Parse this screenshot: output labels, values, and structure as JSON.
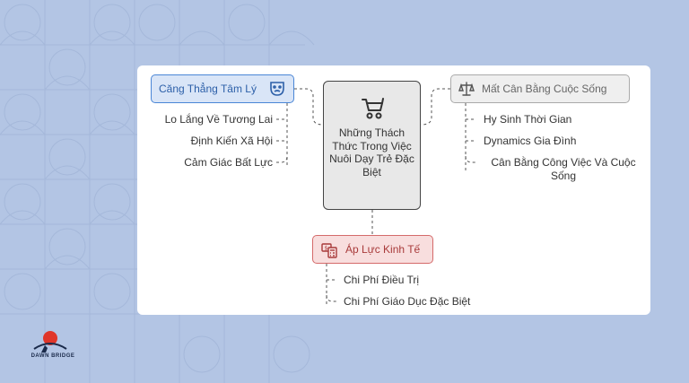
{
  "center": {
    "label": "Những Thách Thức Trong Việc Nuôi Dạy Trẻ Đặc Biệt",
    "icon": "stroller-icon"
  },
  "branches": {
    "psych": {
      "label": "Căng Thẳng Tâm Lý",
      "icon": "theater-masks-icon",
      "color": "#4a86d6",
      "items": [
        "Lo Lắng Về Tương Lai",
        "Định Kiến Xã Hội",
        "Cảm Giác Bất Lực"
      ]
    },
    "balance": {
      "label": "Mất Cân Bằng Cuộc Sống",
      "icon": "scales-icon",
      "color": "#aaaaaa",
      "items": [
        "Hy Sinh Thời Gian",
        "Dynamics Gia Đình",
        "Cân Bằng Công Việc Và Cuộc Sống"
      ]
    },
    "finance": {
      "label": "Áp Lực Kinh Tế",
      "icon": "money-calculator-icon",
      "color": "#d46a6a",
      "items": [
        "Chi Phí Điều Trị",
        "Chi Phí Giáo Dục Đặc Biệt"
      ]
    }
  },
  "logo": {
    "text": "DAWN BRIDGE",
    "icon": "sunrise-logo-icon"
  }
}
